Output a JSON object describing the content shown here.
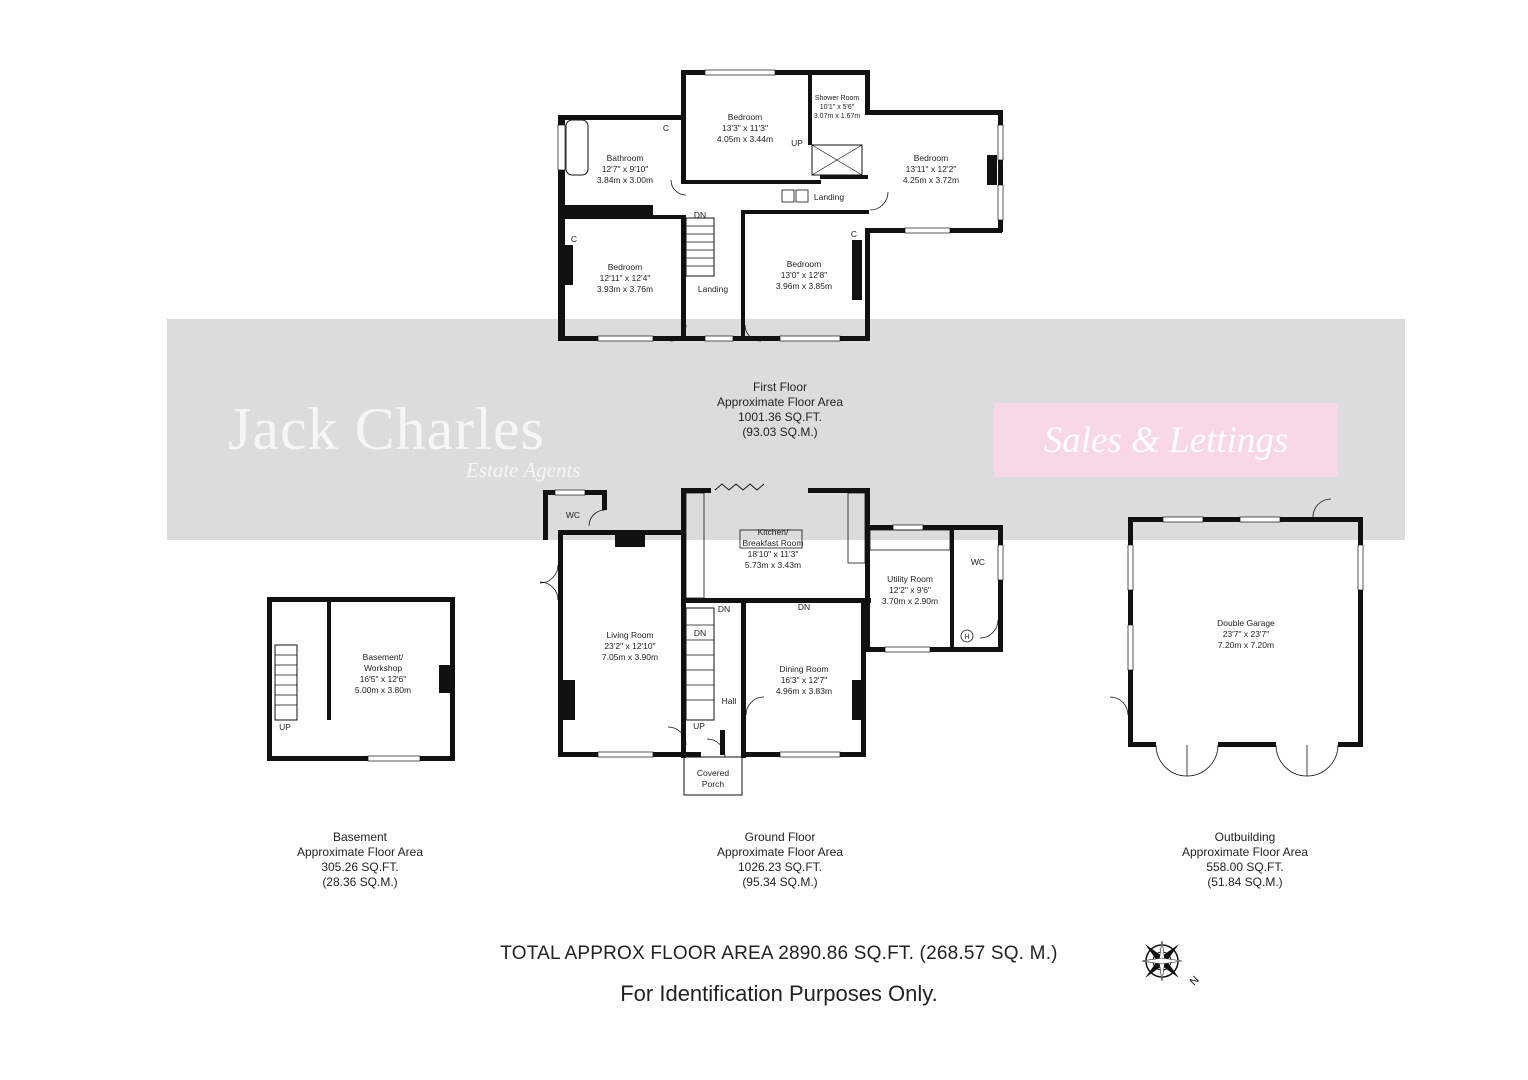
{
  "watermark": {
    "brand": "Jack Charles",
    "brand_sub": "Estate Agents",
    "tagline": "Sales & Lettings",
    "banner_color": "#dcdcdc",
    "tagline_bg": "#f8d8e6"
  },
  "floors": {
    "first": {
      "name": "First Floor",
      "area_label": "Approximate Floor Area",
      "sqft": "1001.36 SQ.FT.",
      "sqm": "(93.03 SQ.M.)"
    },
    "ground": {
      "name": "Ground Floor",
      "area_label": "Approximate Floor Area",
      "sqft": "1026.23 SQ.FT.",
      "sqm": "(95.34 SQ.M.)"
    },
    "basement": {
      "name": "Basement",
      "area_label": "Approximate Floor Area",
      "sqft": "305.26 SQ.FT.",
      "sqm": "(28.36 SQ.M.)"
    },
    "outbuilding": {
      "name": "Outbuilding",
      "area_label": "Approximate Floor Area",
      "sqft": "558.00 SQ.FT.",
      "sqm": "(51.84 SQ.M.)"
    }
  },
  "rooms": {
    "first_bedroom_top": [
      "Bedroom",
      "13'3\" x 11'3\"",
      "4.05m x 3.44m"
    ],
    "shower_room": [
      "Shower Room",
      "10'1\" x 5'6\"",
      "3.07m x 1.67m"
    ],
    "bathroom": [
      "Bathroom",
      "12'7\" x 9'10\"",
      "3.84m x 3.00m"
    ],
    "bedroom_east": [
      "Bedroom",
      "13'11\" x 12'2\"",
      "4.25m x 3.72m"
    ],
    "bedroom_sw": [
      "Bedroom",
      "12'11\" x 12'4\"",
      "3.93m x 3.76m"
    ],
    "bedroom_s": [
      "Bedroom",
      "13'0\" x 12'8\"",
      "3.96m x 3.85m"
    ],
    "kitchen": [
      "Kitchen/",
      "Breakfast Room",
      "18'10\" x 11'3\"",
      "5.73m x 3.43m"
    ],
    "utility": [
      "Utility Room",
      "12'2\" x 9'6\"",
      "3.70m x 2.90m"
    ],
    "living": [
      "Living Room",
      "23'2\" x 12'10\"",
      "7.05m x 3.90m"
    ],
    "dining": [
      "Dining Room",
      "16'3\" x 12'7\"",
      "4.96m x 3.83m"
    ],
    "basement_workshop": [
      "Basement/",
      "Workshop",
      "16'5\" x 12'6\"",
      "5.00m x 3.80m"
    ],
    "garage": [
      "Double Garage",
      "23'7\" x 23'7\"",
      "7.20m x 7.20m"
    ]
  },
  "labels": {
    "landing": "Landing",
    "up": "UP",
    "dn": "DN",
    "c": "C",
    "wc": "WC",
    "hall": "Hall",
    "covered": "Covered",
    "porch": "Porch",
    "h": "H"
  },
  "total": "TOTAL APPROX FLOOR AREA 2890.86 SQ.FT. (268.57 SQ. M.)",
  "identification": "For Identification Purposes Only.",
  "compass": {
    "label": "N"
  }
}
